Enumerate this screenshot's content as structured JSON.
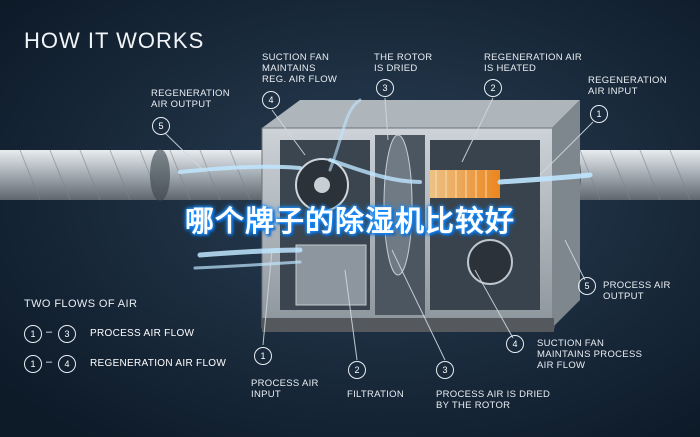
{
  "title": "HOW IT WORKS",
  "overlay_text": "哪个牌子的除湿机比较好",
  "top_callouts": [
    {
      "number": "5",
      "lines": [
        "REGENERATION",
        "AIR OUTPUT"
      ]
    },
    {
      "number": "4",
      "lines": [
        "SUCTION FAN",
        "MAINTAINS",
        "REG. AIR FLOW"
      ]
    },
    {
      "number": "3",
      "lines": [
        "THE ROTOR",
        "IS DRIED"
      ]
    },
    {
      "number": "2",
      "lines": [
        "REGENERATION AIR",
        "IS HEATED"
      ]
    },
    {
      "number": "1",
      "lines": [
        "REGENERATION",
        "AIR INPUT"
      ]
    }
  ],
  "bottom_callouts": [
    {
      "number": "1",
      "lines": [
        "PROCESS AIR",
        "INPUT"
      ]
    },
    {
      "number": "2",
      "lines": [
        "FILTRATION"
      ]
    },
    {
      "number": "3",
      "lines": [
        "PROCESS AIR IS DRIED",
        "BY THE ROTOR"
      ]
    },
    {
      "number": "4",
      "lines": [
        "SUCTION FAN",
        "MAINTAINS PROCESS",
        "AIR FLOW"
      ]
    },
    {
      "number": "5",
      "lines": [
        "PROCESS AIR",
        "OUTPUT"
      ]
    }
  ],
  "legend": {
    "title": "TWO FLOWS OF AIR",
    "rows": [
      {
        "from": "1",
        "dash": "–",
        "to": "3",
        "label": "PROCESS AIR FLOW"
      },
      {
        "from": "1",
        "dash": "–",
        "to": "4",
        "label": "REGENERATION AIR FLOW"
      }
    ]
  },
  "colors": {
    "background": "#0f1e2e",
    "airflow": "#bfe6ff",
    "heater": "#ffb14a",
    "overlay_glow": "#1a8fff"
  }
}
